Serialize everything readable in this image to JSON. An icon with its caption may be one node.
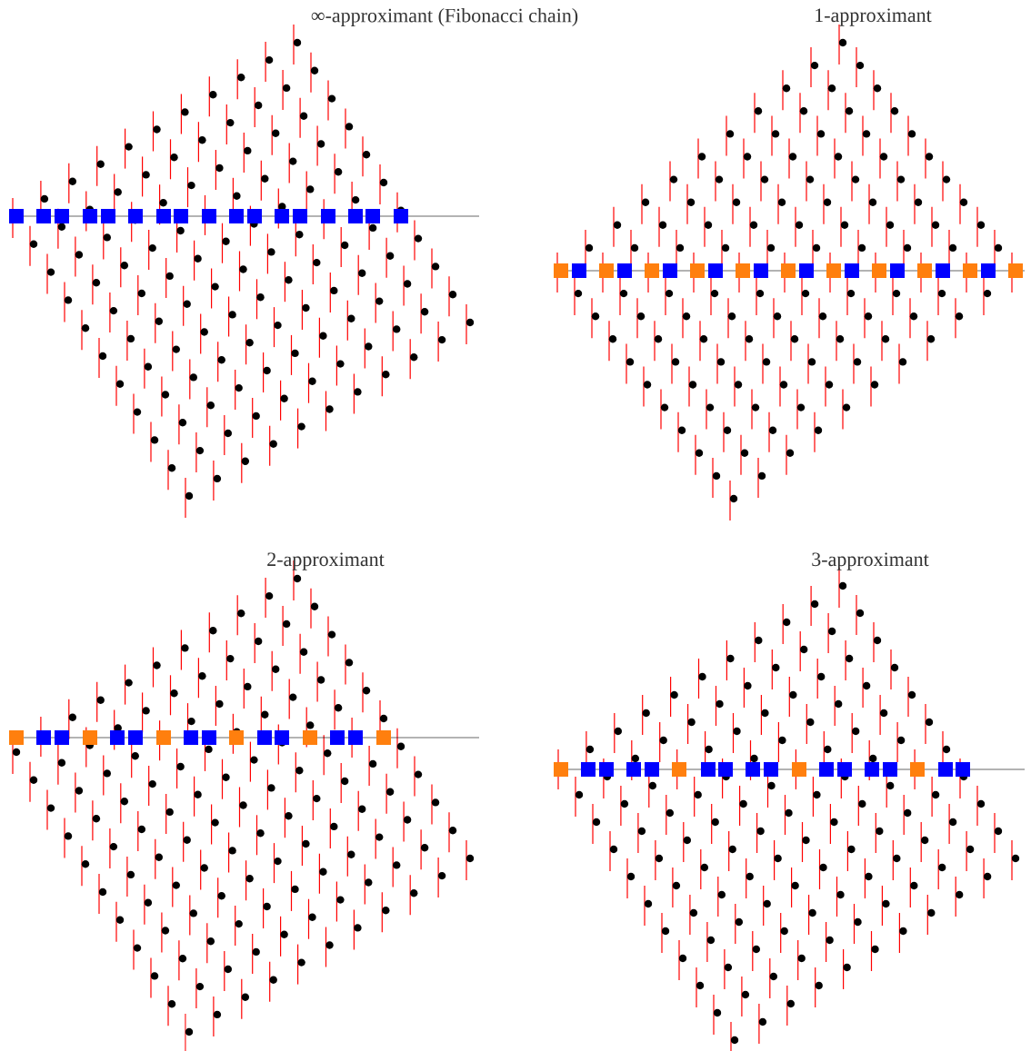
{
  "diagram": {
    "labels": [
      "∞-approximant (Fibonacci chain)",
      "1-approximant",
      "2-approximant",
      "3-approximant"
    ]
  }
}
